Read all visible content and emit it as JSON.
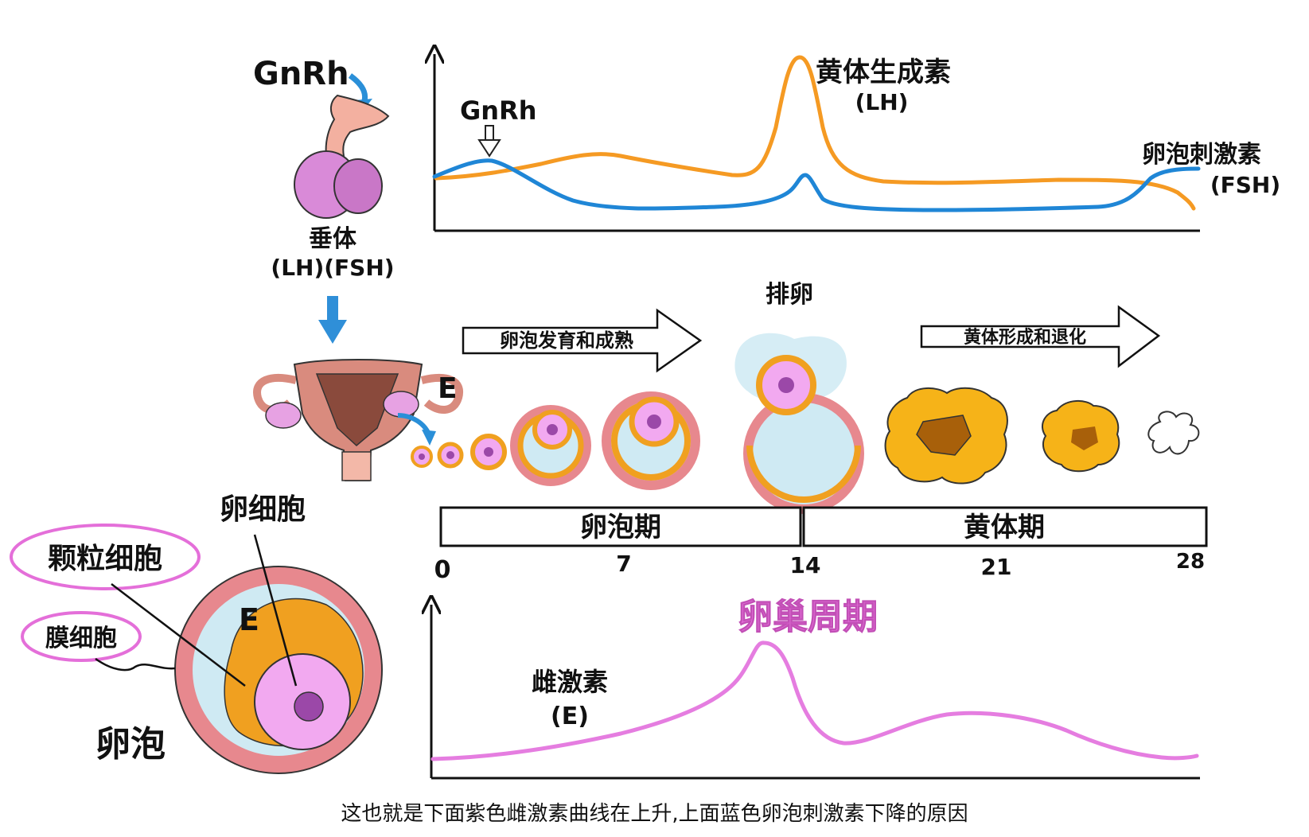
{
  "colors": {
    "lh_curve": "#f59a23",
    "fsh_curve": "#1f86d6",
    "estrogen_curve": "#e57de0",
    "pituitary": "#d98ad8",
    "uterus": "#d98b7e",
    "granulosa": "#f0a020",
    "theca": "#e7888e",
    "oocyte": "#f2a9f0",
    "antrum": "#cfeaf3",
    "corpus_luteum": "#f6b318",
    "title_purple": "#e46fd9"
  },
  "top_panel": {
    "gnrh_label": "GnRh",
    "gnrh_pulse_label": "GnRh",
    "pituitary_label": "垂体",
    "pituitary_hormones": "(LH)(FSH)",
    "lh_label": "黄体生成素",
    "lh_abbr": "(LH)",
    "fsh_label": "卵泡刺激素",
    "fsh_abbr": "(FSH)"
  },
  "middle_panel": {
    "ovulation_label": "排卵",
    "estrogen_marker": "E",
    "arrow_follicle": "卵泡发育和成熟",
    "arrow_luteal": "黄体形成和退化",
    "phase_follicular": "卵泡期",
    "phase_luteal": "黄体期",
    "day_ticks": [
      "0",
      "7",
      "14",
      "21",
      "28"
    ],
    "cycle_title": "卵巢周期"
  },
  "follicle_detail": {
    "oocyte_label": "卵细胞",
    "granulosa_label": "颗粒细胞",
    "theca_label": "膜细胞",
    "follicle_label": "卵泡",
    "estrogen_marker": "E"
  },
  "bottom_panel": {
    "estrogen_label": "雌激素",
    "estrogen_abbr": "(E)"
  },
  "subtitle": "这也就是下面紫色雌激素曲线在上升,上面蓝色卵泡刺激素下降的原因"
}
